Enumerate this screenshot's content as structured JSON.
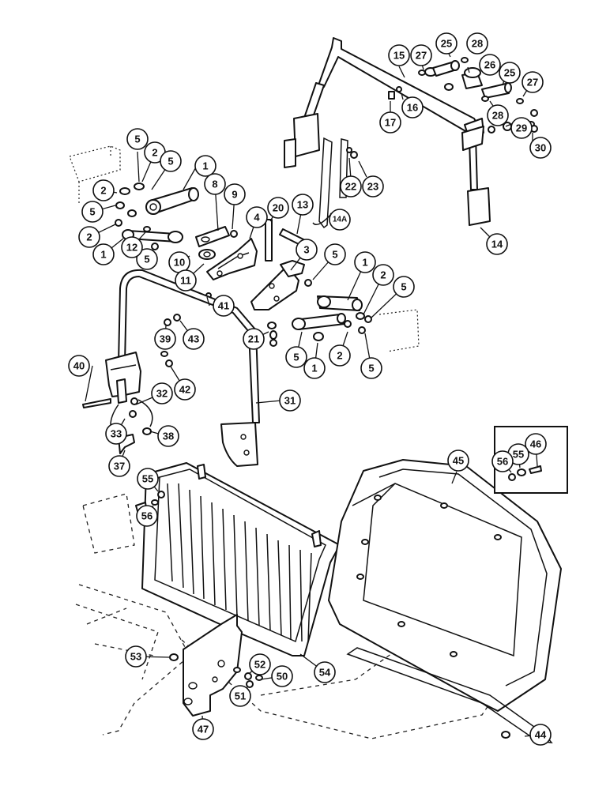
{
  "callouts": [
    {
      "id": "c1a",
      "label": "1"
    },
    {
      "id": "c1b",
      "label": "1"
    },
    {
      "id": "c1c",
      "label": "1"
    },
    {
      "id": "c1d",
      "label": "1"
    },
    {
      "id": "c2a",
      "label": "2"
    },
    {
      "id": "c2b",
      "label": "2"
    },
    {
      "id": "c2c",
      "label": "2"
    },
    {
      "id": "c2d",
      "label": "2"
    },
    {
      "id": "c2e",
      "label": "2"
    },
    {
      "id": "c3",
      "label": "3"
    },
    {
      "id": "c4",
      "label": "4"
    },
    {
      "id": "c5a",
      "label": "5"
    },
    {
      "id": "c5b",
      "label": "5"
    },
    {
      "id": "c5c",
      "label": "5"
    },
    {
      "id": "c5d",
      "label": "5"
    },
    {
      "id": "c5e",
      "label": "5"
    },
    {
      "id": "c5f",
      "label": "5"
    },
    {
      "id": "c5g",
      "label": "5"
    },
    {
      "id": "c5h",
      "label": "5"
    },
    {
      "id": "c8",
      "label": "8"
    },
    {
      "id": "c9",
      "label": "9"
    },
    {
      "id": "c10",
      "label": "10"
    },
    {
      "id": "c11",
      "label": "11"
    },
    {
      "id": "c12",
      "label": "12"
    },
    {
      "id": "c13",
      "label": "13"
    },
    {
      "id": "c14",
      "label": "14"
    },
    {
      "id": "c14a",
      "label": "14A"
    },
    {
      "id": "c15",
      "label": "15"
    },
    {
      "id": "c16",
      "label": "16"
    },
    {
      "id": "c17",
      "label": "17"
    },
    {
      "id": "c20",
      "label": "20"
    },
    {
      "id": "c21",
      "label": "21"
    },
    {
      "id": "c22",
      "label": "22"
    },
    {
      "id": "c23",
      "label": "23"
    },
    {
      "id": "c25a",
      "label": "25"
    },
    {
      "id": "c25b",
      "label": "25"
    },
    {
      "id": "c26",
      "label": "26"
    },
    {
      "id": "c27a",
      "label": "27"
    },
    {
      "id": "c27b",
      "label": "27"
    },
    {
      "id": "c28a",
      "label": "28"
    },
    {
      "id": "c28b",
      "label": "28"
    },
    {
      "id": "c29",
      "label": "29"
    },
    {
      "id": "c30",
      "label": "30"
    },
    {
      "id": "c31",
      "label": "31"
    },
    {
      "id": "c32",
      "label": "32"
    },
    {
      "id": "c33",
      "label": "33"
    },
    {
      "id": "c37",
      "label": "37"
    },
    {
      "id": "c38",
      "label": "38"
    },
    {
      "id": "c39",
      "label": "39"
    },
    {
      "id": "c40",
      "label": "40"
    },
    {
      "id": "c41",
      "label": "41"
    },
    {
      "id": "c42",
      "label": "42"
    },
    {
      "id": "c43",
      "label": "43"
    },
    {
      "id": "c44",
      "label": "44"
    },
    {
      "id": "c45",
      "label": "45"
    },
    {
      "id": "c46",
      "label": "46"
    },
    {
      "id": "c47",
      "label": "47"
    },
    {
      "id": "c50",
      "label": "50"
    },
    {
      "id": "c51",
      "label": "51"
    },
    {
      "id": "c52",
      "label": "52"
    },
    {
      "id": "c53",
      "label": "53"
    },
    {
      "id": "c54",
      "label": "54"
    },
    {
      "id": "c55a",
      "label": "55"
    },
    {
      "id": "c55b",
      "label": "55"
    },
    {
      "id": "c56a",
      "label": "56"
    },
    {
      "id": "c56b",
      "label": "56"
    }
  ]
}
